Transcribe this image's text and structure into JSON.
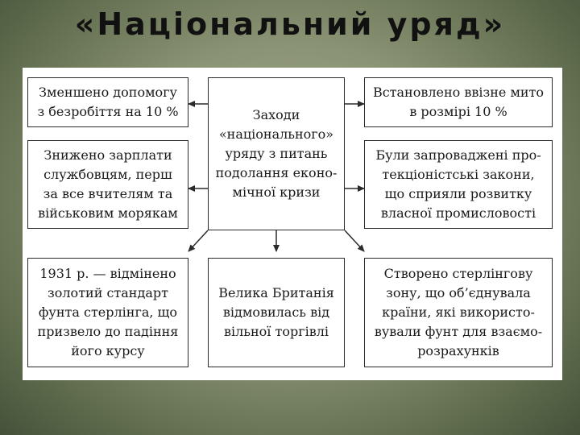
{
  "title": "«Національний уряд»",
  "center": "Заходи\n«національного»\nуряду з питань\nподолання еконо-\nмічної кризи",
  "boxes": {
    "top_left": "Зменшено допомогу\nз безробіття на 10 %",
    "middle_left": "Знижено зарплати\nслужбовцям, перш\nза все вчителям та\nвійськовим морякам",
    "bottom_left": "1931 р. — відмінено\nзолотий стандарт\nфунта стерлінга, що\nпризвело до падіння\nйого курсу",
    "bottom_center": "Велика Британія\nвідмовилась від\nвільної торгівлі",
    "top_right": "Встановлено ввізне мито\nв розмірі 10 %",
    "middle_right": "Були запроваджені про-\nтекціоністські закони,\nщо сприяли розвитку\nвласної промисловості",
    "bottom_right": "Створено стерлінгову\nзону, що об’єднувала\nкраїни, які використо-\nвували фунт для взаємо-\nрозрахунків"
  }
}
